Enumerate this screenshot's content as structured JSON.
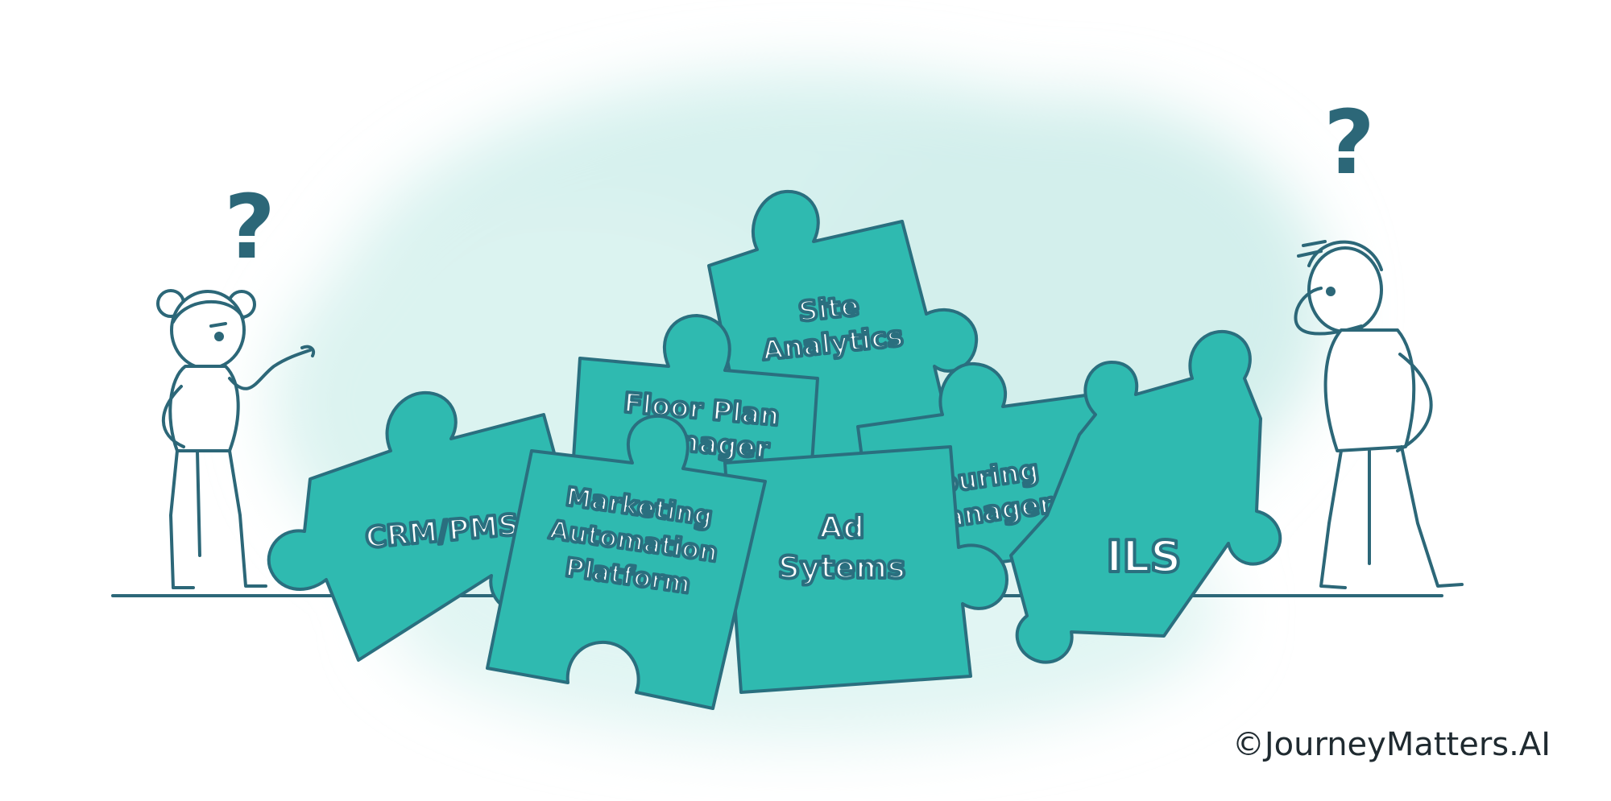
{
  "pieces": {
    "site_analytics": {
      "line1": "Site",
      "line2": "Analytics"
    },
    "floor_plan": {
      "line1": "Floor Plan",
      "line2": "Manager"
    },
    "touring": {
      "line1": "Touring",
      "line2": "Manager"
    },
    "crm": {
      "line1": "CRM/PMS"
    },
    "marketing": {
      "line1": "Marketing",
      "line2": "Automation",
      "line3": "Platform"
    },
    "ad": {
      "line1": "Ad",
      "line2": "Sytems"
    },
    "ils": {
      "line1": "ILS"
    }
  },
  "people": {
    "left_question": "?",
    "right_question": "?"
  },
  "copyright": "©JourneyMatters.AI",
  "colors": {
    "piece_fill": "#2fbab0",
    "piece_stroke": "#2a6f7f",
    "background_wash": "#d8f1ef",
    "outline": "#2c6778"
  }
}
